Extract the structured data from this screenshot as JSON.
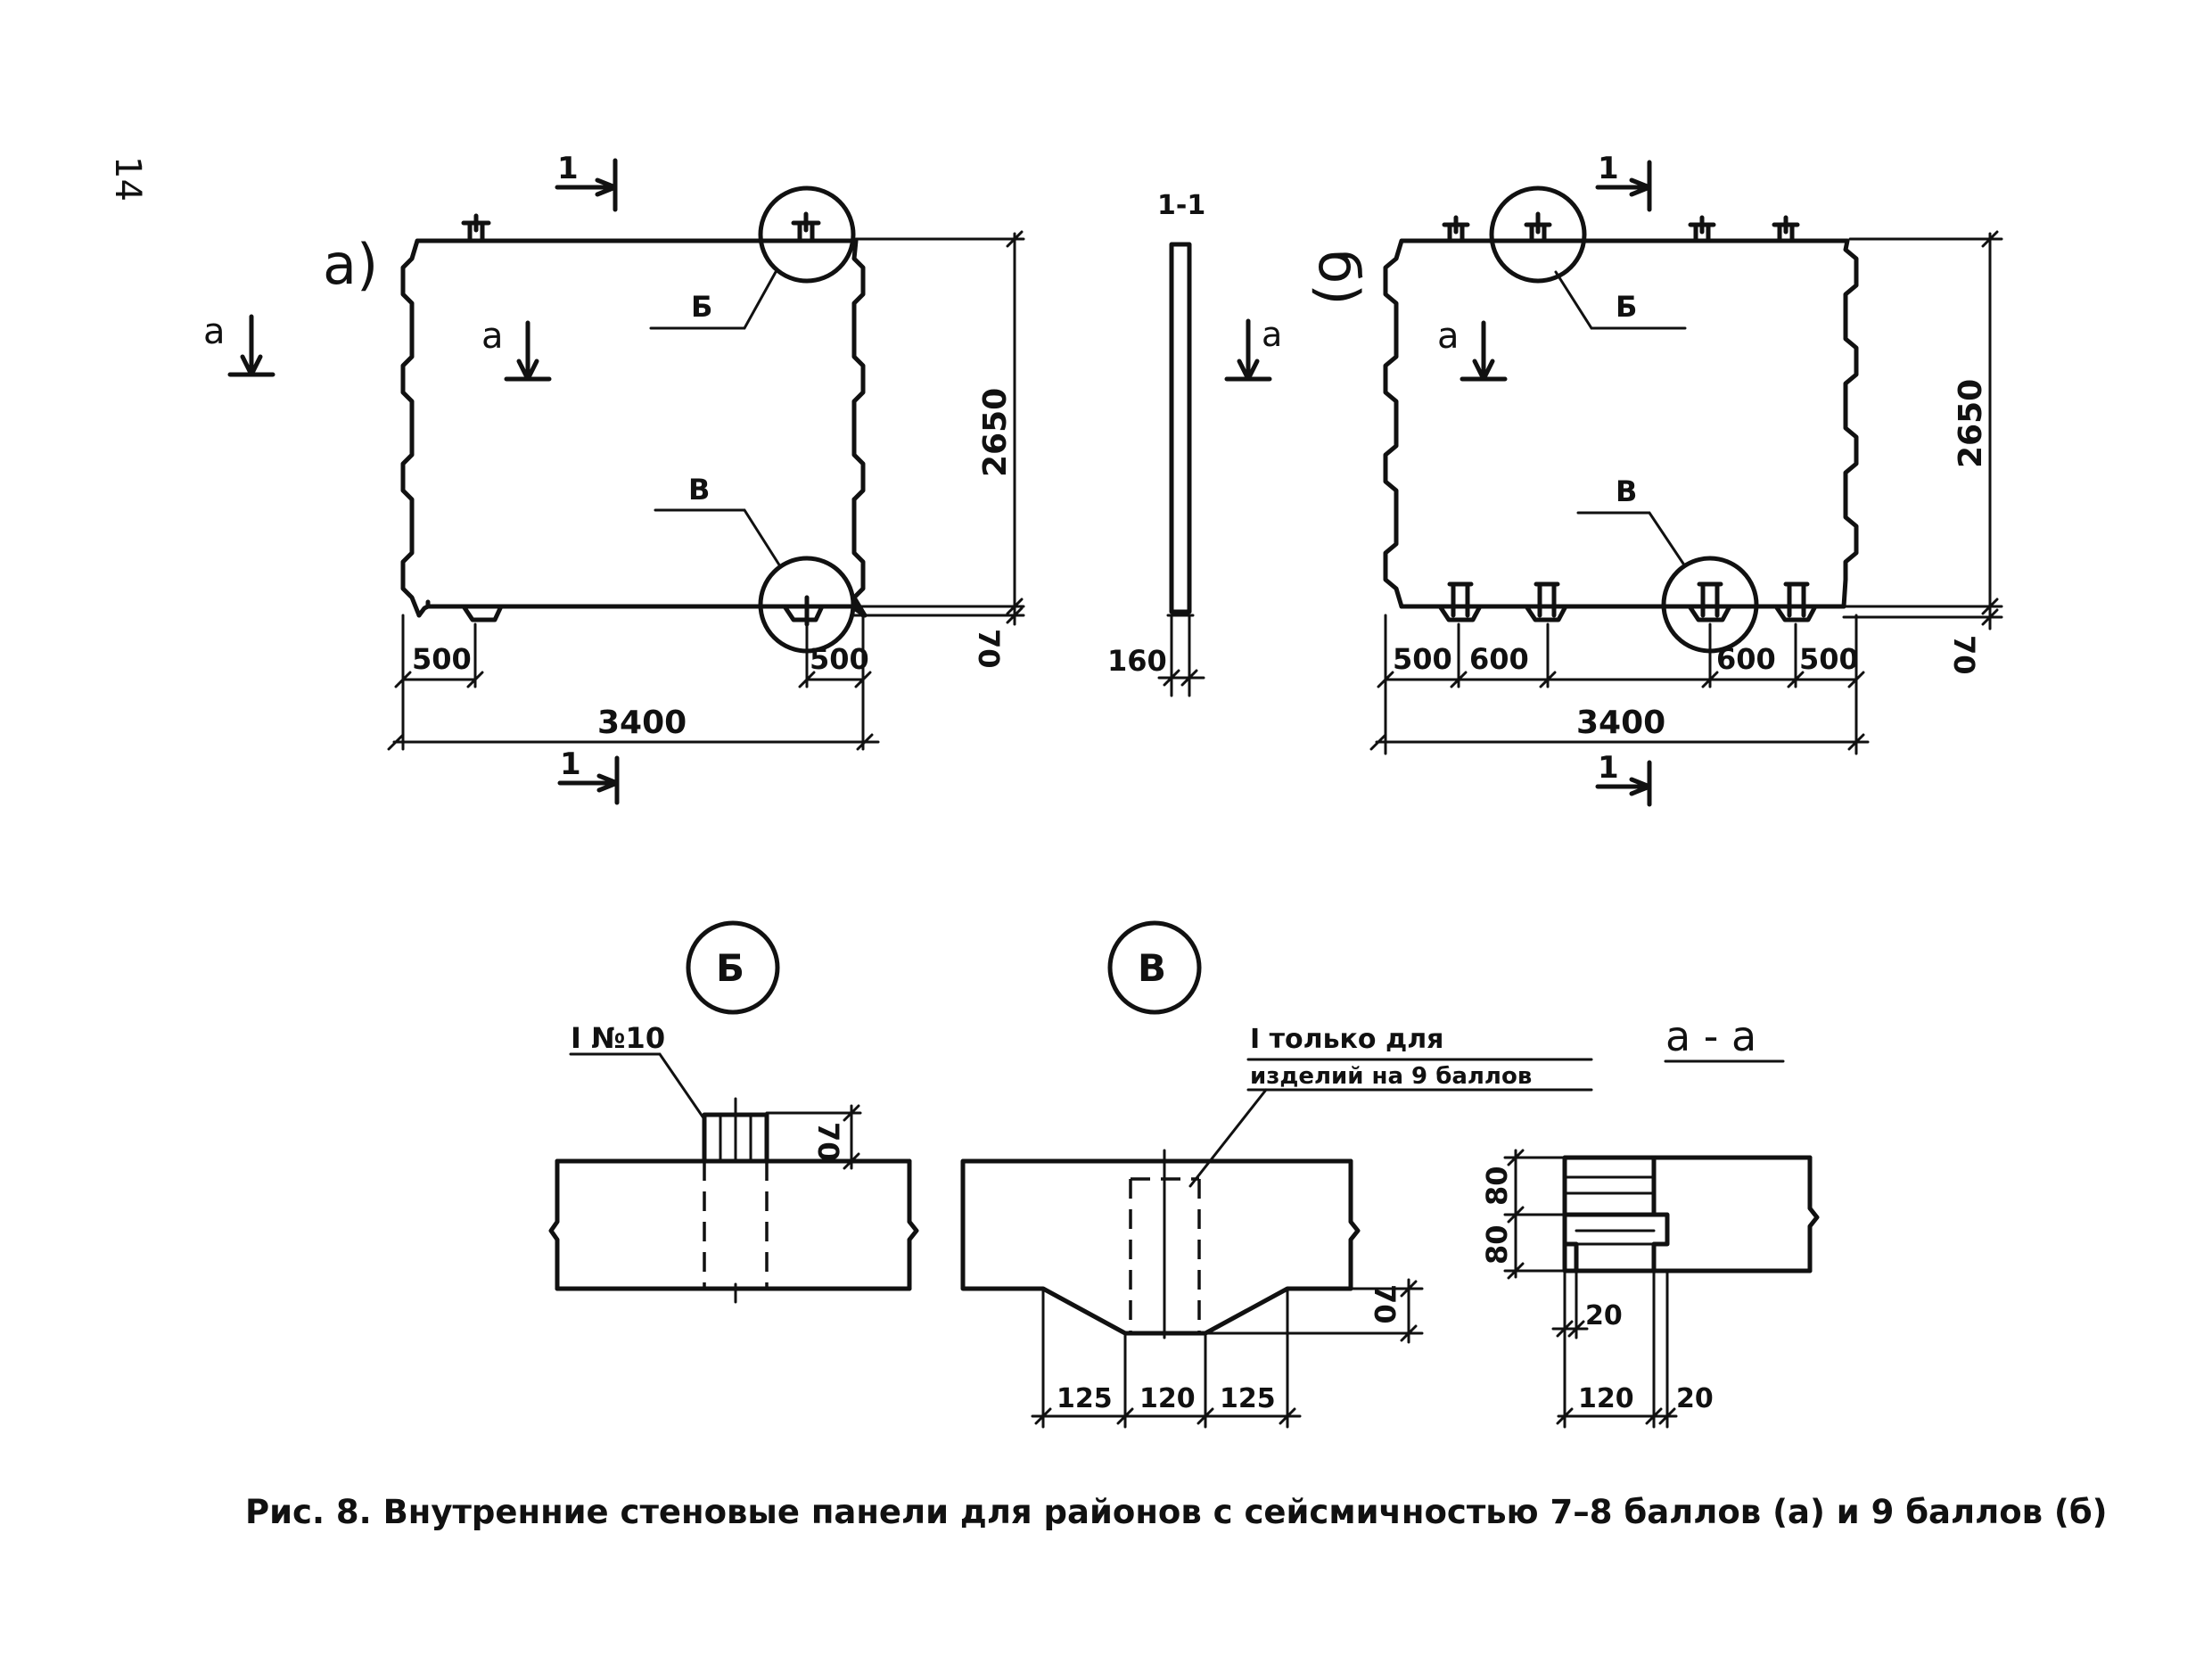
{
  "page_number": "14",
  "caption": "Рис. 8. Внутренние стеновые панели для районов с сейсмичностью 7–8 баллов (а) и 9 баллов (б)",
  "panel_a": {
    "label": "а)",
    "section_mark": "1",
    "view_mark": "а",
    "callout_b": "Б",
    "callout_v": "В",
    "width_dim": "3400",
    "height_dim": "2650",
    "bottom_offset_dim": "70",
    "left_edge_dim": "500",
    "right_edge_dim": "500"
  },
  "section_1_1": {
    "label": "1-1",
    "thickness_dim": "160",
    "view_mark": "а"
  },
  "panel_b": {
    "label": "б)",
    "section_mark": "1",
    "view_mark": "а",
    "callout_b": "Б",
    "callout_v": "В",
    "width_dim": "3400",
    "height_dim": "2650",
    "bottom_offset_dim": "70",
    "dims_bottom": [
      "500",
      "600",
      "600",
      "500"
    ]
  },
  "detail_b": {
    "label": "Б",
    "note": "I №10",
    "height_dim": "70"
  },
  "detail_v": {
    "label": "В",
    "note_line1": "I только для",
    "note_line2": "изделий на 9 баллов",
    "depth_dim": "70",
    "dims": [
      "125",
      "120",
      "125"
    ]
  },
  "section_a_a": {
    "label": "а - а",
    "dims_vertical": [
      "80",
      "80"
    ],
    "dim_small": "20",
    "dim_width": "120",
    "dim_right": "20"
  }
}
